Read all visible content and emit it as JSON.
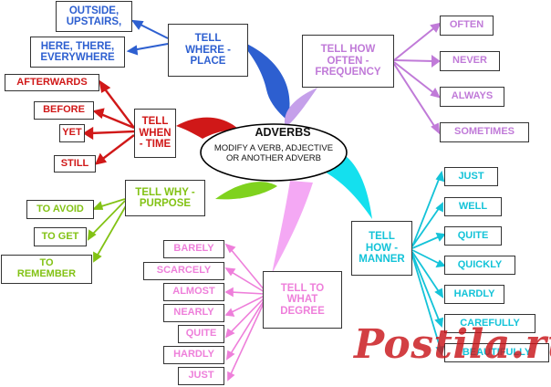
{
  "center": {
    "title": "ADVERBS",
    "subtitle": "MODIFY A VERB, ADJECTIVE\nOR ANOTHER ADVERB"
  },
  "colors": {
    "where": "#2d5fd0",
    "when": "#d01818",
    "frequency": "#c07ad8",
    "manner": "#14c3d8",
    "degree": "#ee7fda",
    "purpose": "#82c214"
  },
  "branches": {
    "where": {
      "label": "TELL\nWHERE -\nPLACE",
      "items": [
        "OUTSIDE,\nUPSTAIRS,",
        "HERE, THERE,\nEVERYWHERE"
      ]
    },
    "when": {
      "label": "TELL\nWHEN\n- TIME",
      "items": [
        "AFTERWARDS",
        "BEFORE",
        "YET",
        "STILL"
      ]
    },
    "frequency": {
      "label": "TELL HOW\nOFTEN -\nFREQUENCY",
      "items": [
        "OFTEN",
        "NEVER",
        "ALWAYS",
        "SOMETIMES"
      ]
    },
    "manner": {
      "label": "TELL\nHOW -\nMANNER",
      "items": [
        "JUST",
        "WELL",
        "QUITE",
        "QUICKLY",
        "HARDLY",
        "CAREFULLY",
        "BEAUTIFULLY"
      ]
    },
    "degree": {
      "label": "TELL TO\nWHAT\nDEGREE",
      "items": [
        "BARELY",
        "SCARCELY",
        "ALMOST",
        "NEARLY",
        "QUITE",
        "HARDLY",
        "JUST"
      ]
    },
    "purpose": {
      "label": "TELL WHY -\nPURPOSE",
      "items": [
        "TO AVOID",
        "TO GET",
        "TO\nREMEMBER"
      ]
    }
  },
  "watermark": "Postila.ru"
}
